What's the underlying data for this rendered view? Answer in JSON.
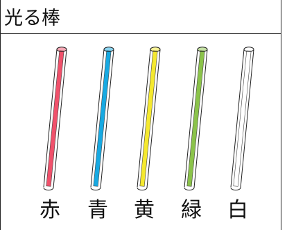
{
  "title": "光る棒",
  "sticks": [
    {
      "label": "赤",
      "color": "#f0516b"
    },
    {
      "label": "青",
      "color": "#17a9e2"
    },
    {
      "label": "黄",
      "color": "#f5e92f"
    },
    {
      "label": "緑",
      "color": "#8bc34a"
    },
    {
      "label": "白",
      "color": "#ffffff"
    }
  ]
}
